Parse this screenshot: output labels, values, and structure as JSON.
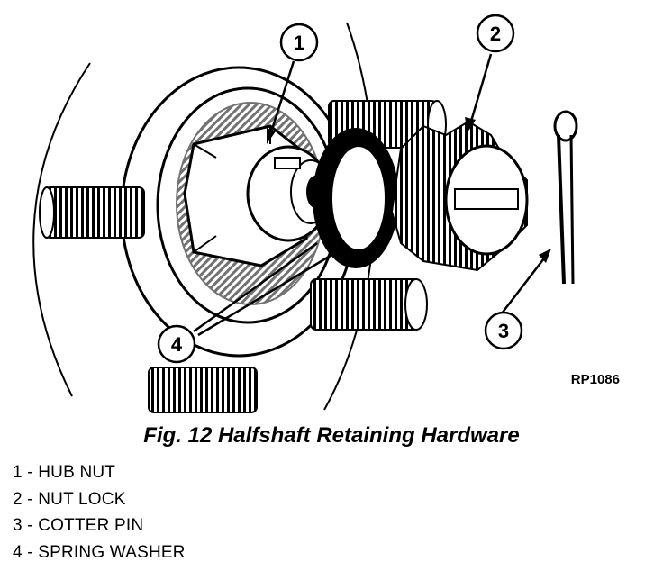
{
  "figure": {
    "code": "RP1086",
    "callouts": [
      "1",
      "2",
      "3",
      "4"
    ]
  },
  "caption": "Fig. 12 Halfshaft Retaining Hardware",
  "legend": [
    "1 - HUB NUT",
    "2 - NUT LOCK",
    "3 - COTTER PIN",
    "4 - SPRING WASHER"
  ]
}
